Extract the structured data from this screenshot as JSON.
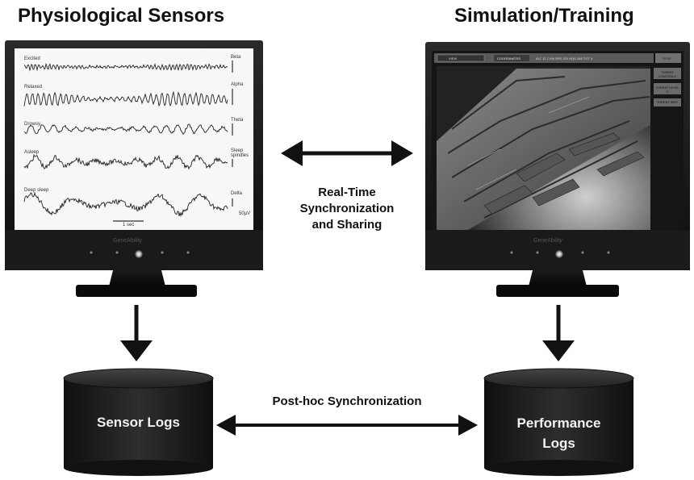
{
  "left_title": "Physiological Sensors",
  "right_title": "Simulation/Training",
  "center_label": {
    "line1": "Real-Time",
    "line2": "Synchronization",
    "line3": "and Sharing"
  },
  "bottom_label": "Post-hoc Synchronization",
  "sensor_logs_label": "Sensor Logs",
  "performance_logs": {
    "line1": "Performance",
    "line2": "Logs"
  },
  "eeg": {
    "rows": [
      {
        "label": "Excited",
        "tag": "Beta"
      },
      {
        "label": "Relaxed",
        "tag": "Alpha"
      },
      {
        "label": "Drowsy",
        "tag": "Theta"
      },
      {
        "label": "Asleep",
        "tag": "Sleep spindles"
      },
      {
        "label": "Deep sleep",
        "tag": "Delta"
      }
    ],
    "scale_label": "50μV",
    "time_label": "1 sec"
  },
  "simulator": {
    "top_bar": {
      "left_box": "VIEW",
      "coord_label": "COORDINATES",
      "info_text": "ALT 12.7 KM  SPD 320  HDG 045  TGT 3",
      "stop_button": "STOP"
    },
    "side_buttons": [
      "THREAT CONTROLS",
      "THREAT LEVEL 2",
      "THREAT INFO"
    ]
  },
  "monitor_brand": "GeneAbility"
}
